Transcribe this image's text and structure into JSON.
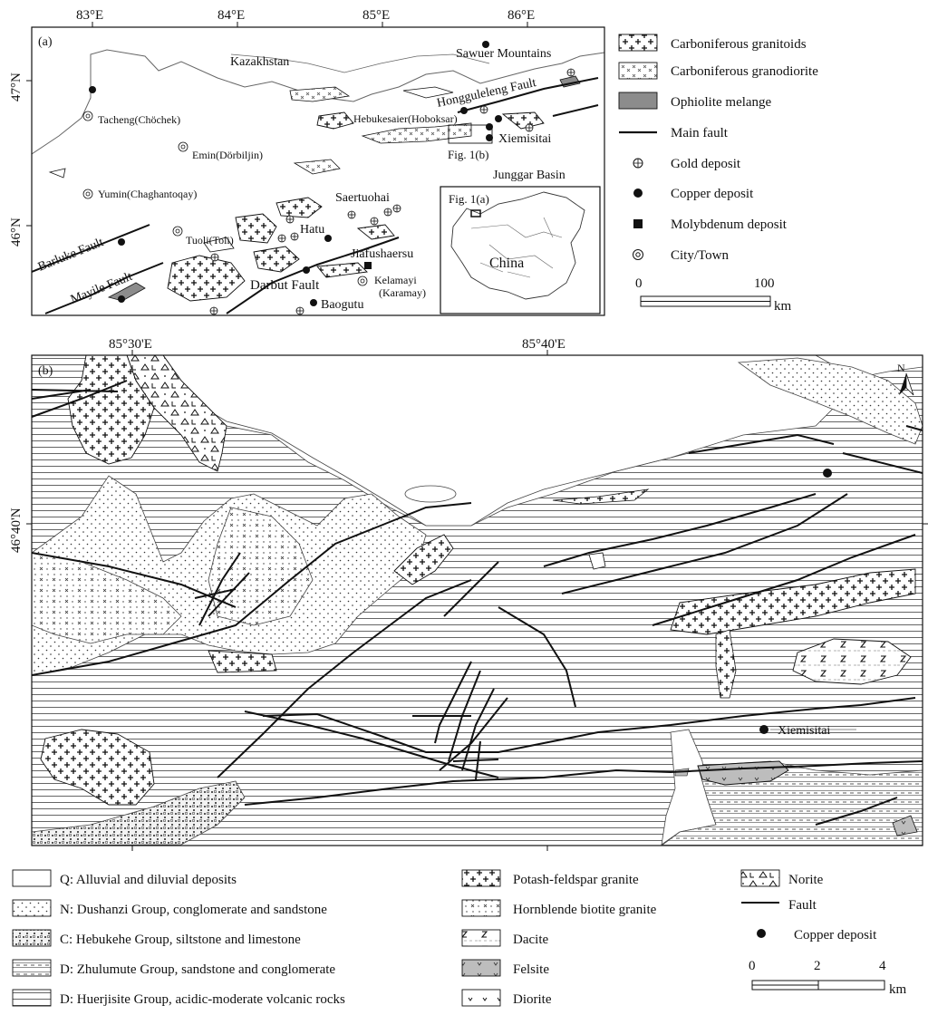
{
  "panel_a": {
    "label": "(a)",
    "lon_ticks": [
      "83°E",
      "84°E",
      "85°E",
      "86°E"
    ],
    "lat_ticks": [
      "47°N",
      "46°N"
    ],
    "places": {
      "kazakhstan": "Kazakhstan",
      "sawuer": "Sawuer Mountains",
      "hongguleleng": "Hongguleleng Fault",
      "hebukesaier": "Hebukesaier(Hoboksar)",
      "xiemisitai": "Xiemisitai",
      "fig1b": "Fig. 1(b)",
      "junggar": "Junggar Basin",
      "tacheng": "Tacheng(Chöchek)",
      "emin": "Emin(Dörbiljin)",
      "yumin": "Yumin(Chaghantoqay)",
      "barluke": "Barluke Fault",
      "tuoli": "Tuoli(Toli)",
      "mayile": "Mayile Fault",
      "hatu": "Hatu",
      "saertuohai": "Saertuohai",
      "jiafushaersu": "Jiafushaersu",
      "darbut": "Darbut Fault",
      "kelamayi": "Kelamayi",
      "karamay": "(Karamay)",
      "baogutu": "Baogutu"
    },
    "inset": {
      "title": "Fig. 1(a)",
      "country": "China"
    },
    "legend": [
      {
        "label": "Carboniferous granitoids",
        "symbol": "crosses"
      },
      {
        "label": "Carboniferous granodiorite",
        "symbol": "x-marks"
      },
      {
        "label": "Ophiolite melange",
        "symbol": "gray-fill"
      },
      {
        "label": "Main fault",
        "symbol": "line"
      },
      {
        "label": "Gold deposit",
        "symbol": "circle-cross"
      },
      {
        "label": "Copper deposit",
        "symbol": "filled-circle"
      },
      {
        "label": "Molybdenum deposit",
        "symbol": "filled-square"
      },
      {
        "label": "City/Town",
        "symbol": "double-circle"
      }
    ],
    "scale": {
      "start": "0",
      "end": "100",
      "unit": "km"
    }
  },
  "panel_b": {
    "label": "(b)",
    "lon_ticks": [
      "85°30'E",
      "85°40'E"
    ],
    "lat_ticks": [
      "46°40'N"
    ],
    "north": "N",
    "xiemisitai": "Xiemisitai",
    "legend_col1": [
      {
        "label": "Q: Alluvial and diluvial deposits",
        "symbol": "blank"
      },
      {
        "label": "N: Dushanzi Group, conglomerate and sandstone",
        "symbol": "dots"
      },
      {
        "label": "C: Hebukehe Group, siltstone and limestone",
        "symbol": "dots-dense"
      },
      {
        "label": "D: Zhulumute Group, sandstone and conglomerate",
        "symbol": "dash-dot"
      },
      {
        "label": "D: Huerjisite Group, acidic-moderate volcanic rocks",
        "symbol": "hlines"
      }
    ],
    "legend_col2": [
      {
        "label": "Potash-feldspar granite",
        "symbol": "crosses"
      },
      {
        "label": "Hornblende biotite granite",
        "symbol": "x-dots"
      },
      {
        "label": "Dacite",
        "symbol": "z-marks"
      },
      {
        "label": "Felsite",
        "symbol": "gray-fill"
      },
      {
        "label": "Diorite",
        "symbol": "v-marks"
      }
    ],
    "legend_col3": [
      {
        "label": "Norite",
        "symbol": "triangles"
      },
      {
        "label": "Fault",
        "symbol": "line"
      },
      {
        "label": "Copper deposit",
        "symbol": "filled-circle"
      }
    ],
    "scale": {
      "t0": "0",
      "t2": "2",
      "t4": "4",
      "unit": "km"
    }
  },
  "colors": {
    "ink": "#111111",
    "ophiolite": "#8c8c8c",
    "felsite": "#bdbdbd",
    "hatch": "#555555"
  }
}
